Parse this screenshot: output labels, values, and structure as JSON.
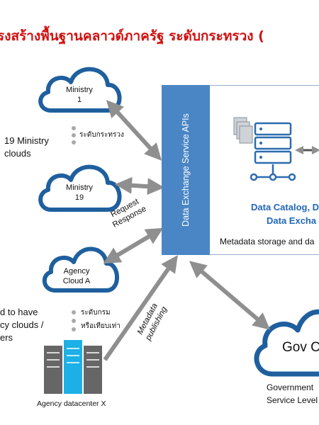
{
  "title": "รงสร้างพื้นฐานคลาวด์ภาครัฐ ระดับกระทรวง (",
  "clouds": [
    {
      "line1": "Ministry",
      "line2": "1"
    },
    {
      "line1": "Ministry",
      "line2": "19"
    },
    {
      "line1": "Agency",
      "line2": "Cloud A"
    }
  ],
  "ministry_note": {
    "line1": "19 Ministry",
    "line2": "clouds"
  },
  "ministry_level_label": "ระดับกระทรวง",
  "agency_level_label": "ระดับกรม",
  "or_label": "หรือเทียบเท่า",
  "agency_note": {
    "line1": "d to have",
    "line2": "cy clouds /",
    "line3": "ers"
  },
  "datacenter_label": "Agency datacenter X",
  "request_label": "Request",
  "response_label": "Response",
  "metadata_label": "Metadata",
  "publishing_label": "publishing",
  "api_label": "Data Exchange Service APIs",
  "catalog_line1": "Data Catalog, D",
  "catalog_line2": "Data Excha",
  "metadata_storage": "Metadata storage and da",
  "gov_cloud_label": "Gov Cl",
  "gov_text_line1": "Government",
  "gov_text_line2": "Service Level",
  "colors": {
    "title": "#d01010",
    "cloud_stroke": "#1f5f9e",
    "api_box": "#4a86c5",
    "catalog_text": "#2267b8",
    "arrow": "#8f8f8f"
  }
}
